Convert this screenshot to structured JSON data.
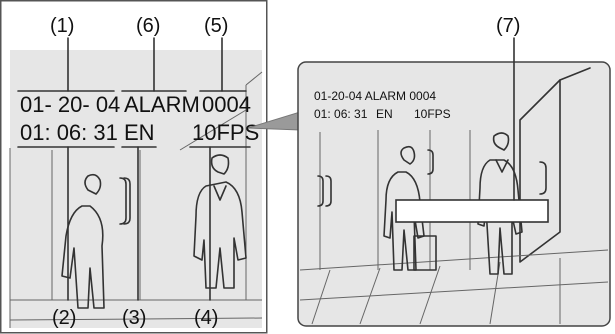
{
  "left_panel": {
    "callouts": {
      "c1": "(1)",
      "c6": "(6)",
      "c5": "(5)",
      "c2": "(2)",
      "c3": "(3)",
      "c4": "(4)"
    },
    "osd": {
      "date": "01- 20- 04",
      "time": "01: 06: 31",
      "event": "ALARM",
      "mode": "EN",
      "count": "0004",
      "rate": "10FPS"
    }
  },
  "right_panel": {
    "callout": "(7)",
    "osd": {
      "line1": "01-20-04 ALARM  0004",
      "line2_time": "01: 06: 31",
      "line2_mode": "EN",
      "line2_rate": "10FPS"
    }
  },
  "colors": {
    "panel_bg": "#e6e6e6",
    "line": "#333333",
    "text": "#111111",
    "box_fill": "#ffffff"
  }
}
